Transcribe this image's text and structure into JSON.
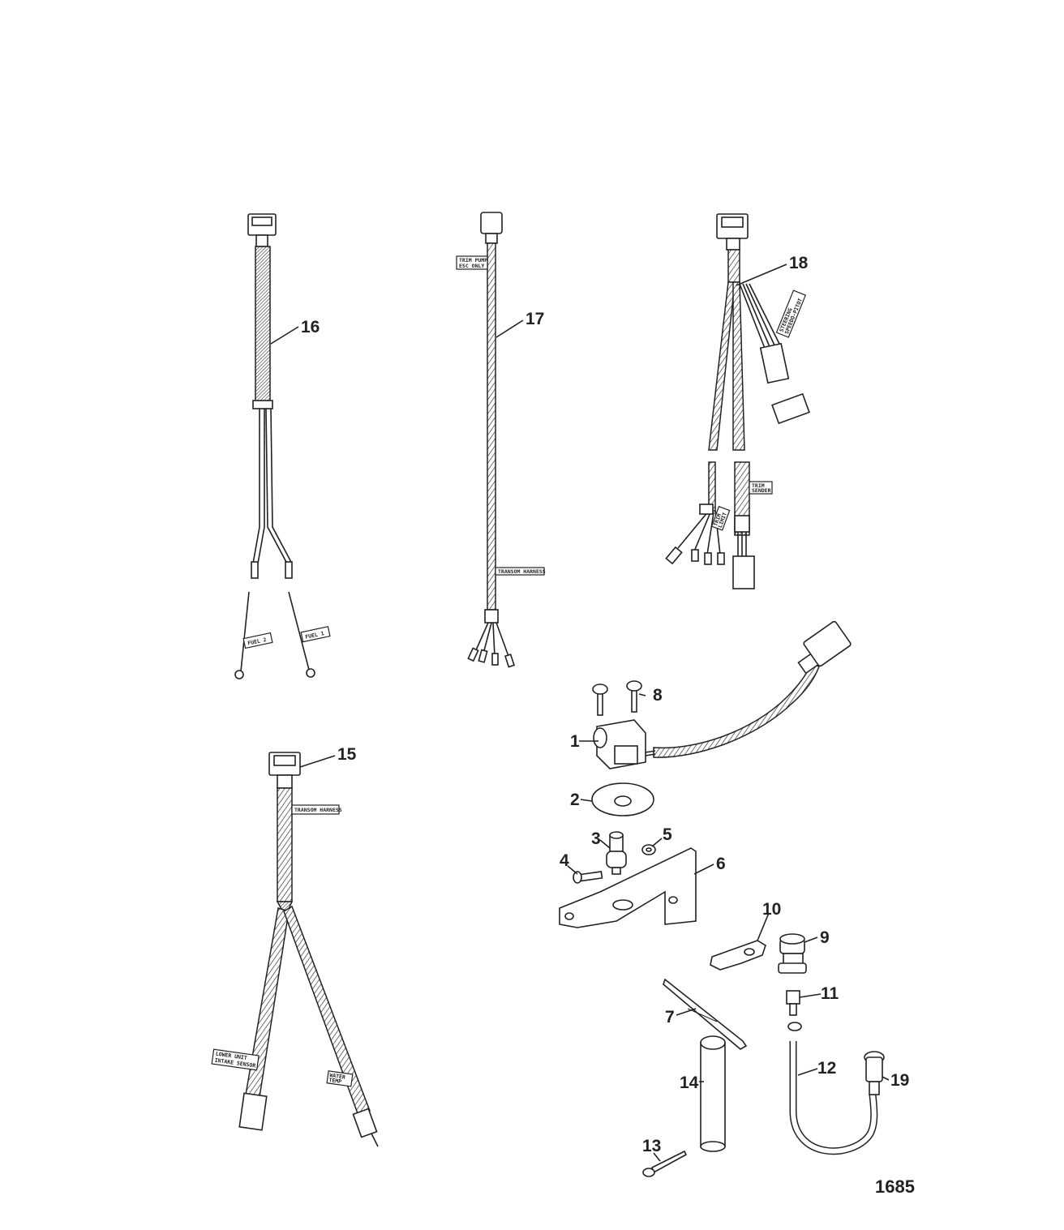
{
  "figure_number": "1685",
  "callouts": [
    "1",
    "2",
    "3",
    "4",
    "5",
    "6",
    "7",
    "8",
    "9",
    "10",
    "11",
    "12",
    "13",
    "14",
    "15",
    "16",
    "17",
    "18",
    "19"
  ],
  "harness_tags": {
    "fuel_1": "FUEL 1",
    "fuel_2": "FUEL 2",
    "trim_pump_line1": "TRIM PUMP",
    "trim_pump_line2": "ESC ONLY",
    "transom_harness": "TRANSOM HARNESS",
    "steering_line1": "STEERING",
    "steering_line2": "SPEEDO-PITOT",
    "trim_sender_line1": "TRIM",
    "trim_sender_line2": "SENDER",
    "trim_limit_line1": "TRIM",
    "trim_limit_line2": "LIMIT",
    "transom_harness_15": "TRANSOM HARNESS",
    "branch_left_line1": "LOWER UNIT",
    "branch_left_line2": "INTAKE SENSOR",
    "branch_right_line1": "WATER",
    "branch_right_line2": "TEMP"
  }
}
